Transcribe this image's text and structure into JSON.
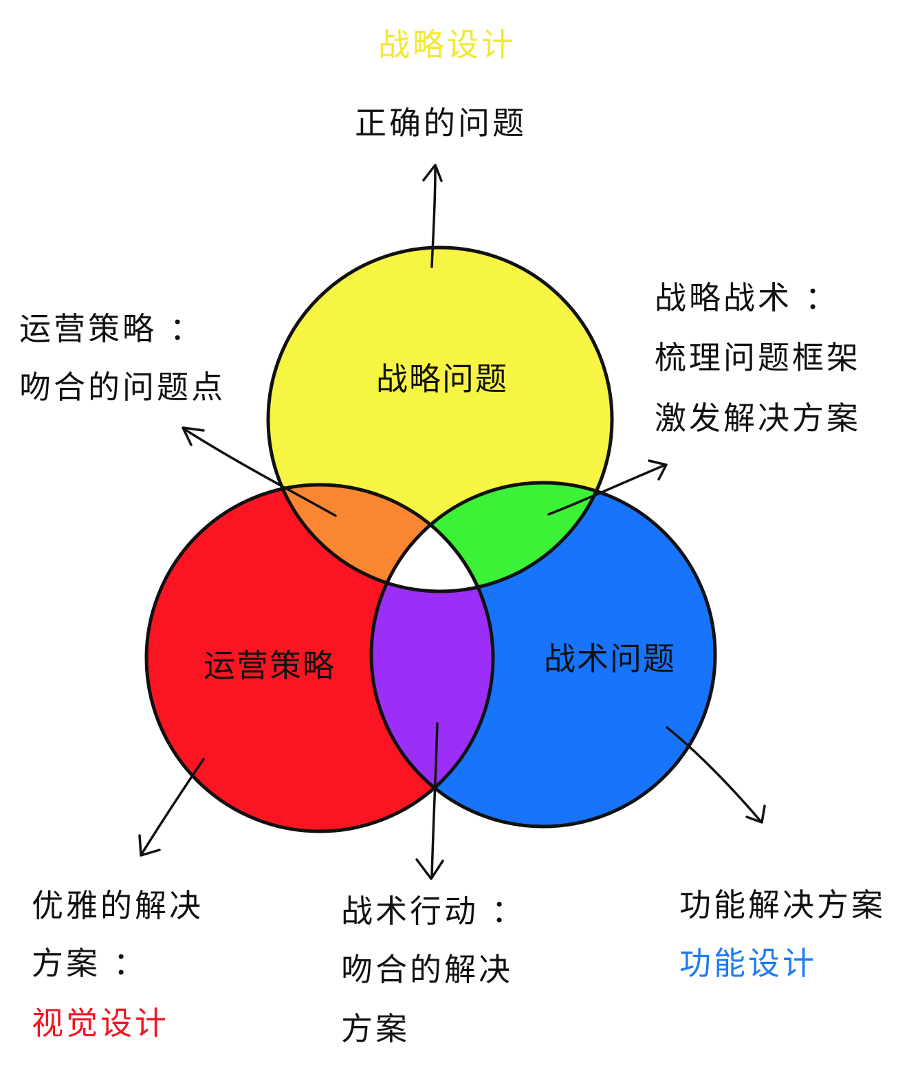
{
  "top_title": "战略设计",
  "top_result": "正确的问题",
  "circles": {
    "strategy": {
      "label": "战略问题",
      "color": "#f6f544"
    },
    "operations": {
      "label": "运营策略",
      "color": "#fb1523"
    },
    "tactics": {
      "label": "战术问题",
      "color": "#1774fb"
    }
  },
  "overlaps": {
    "strategy_operations": {
      "color": "#fb8631"
    },
    "strategy_tactics": {
      "color": "#3cf236"
    },
    "operations_tactics": {
      "color": "#9b2ef7"
    },
    "center": {
      "color": "#ffffff"
    }
  },
  "annotations": {
    "top_left": {
      "line1": "运营策略 ：",
      "line2": "吻合的问题点"
    },
    "top_right": {
      "line1": "战略战术 ：",
      "line2": "梳理问题框架",
      "line3": "激发解决方案"
    },
    "bottom_left": {
      "line1": "优雅的解决",
      "line2": "方案 ：",
      "tag": "视觉设计"
    },
    "bottom_center": {
      "line1": "战术行动 ：",
      "line2": "吻合的解决",
      "line3": "方案"
    },
    "bottom_right": {
      "line1": "功能解决方案",
      "tag": "功能设计"
    }
  },
  "colors": {
    "title_yellow": "#f2e92f",
    "tag_red": "#f01623",
    "tag_blue": "#1e7cf4",
    "ink": "#111111"
  }
}
